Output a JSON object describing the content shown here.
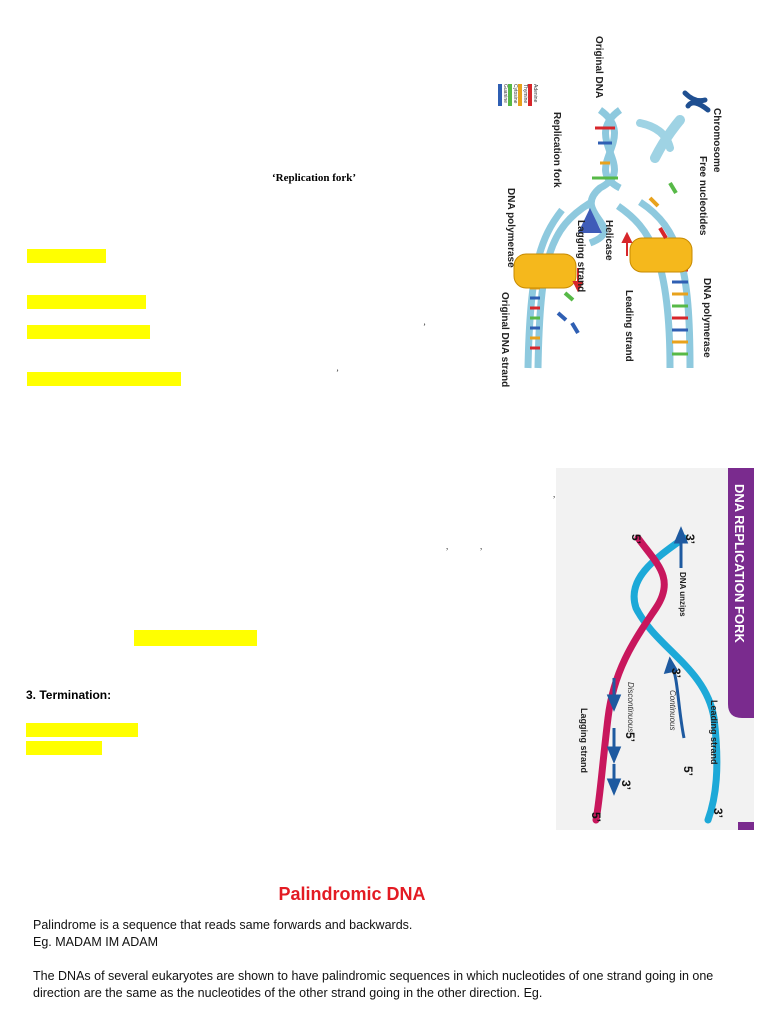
{
  "doc": {
    "replication_fork_term": "‘Replication fork’",
    "termination_heading": "3. Termination:",
    "stray_marks": [
      "’",
      "’",
      ",",
      ",",
      ",",
      ","
    ]
  },
  "figure1": {
    "labels": {
      "original_dna": "Original DNA",
      "chromosome": "Chromosome",
      "free_nucleotides": "Free nucleotides",
      "replication_fork": "Replication fork",
      "helicase": "Helicase",
      "lagging_strand": "Lagging strand",
      "dna_polymerase_top": "DNA polymerase",
      "leading_strand": "Leading strand",
      "dna_polymerase_left": "DNA polymerase",
      "original_dna_strand": "Original DNA strand"
    },
    "legend": [
      {
        "name": "Adenine",
        "color": "#d7262b"
      },
      {
        "name": "Thymine",
        "color": "#e8a21c"
      },
      {
        "name": "Cytosine",
        "color": "#57b947"
      },
      {
        "name": "Guanine",
        "color": "#2f5fb3"
      }
    ]
  },
  "figure2": {
    "title": "DNA REPLICATION FORK",
    "unzip_label": "DNA unzips",
    "leading_label": "Leading strand",
    "lagging_label": "Lagging strand",
    "continuous_label": "Continuous",
    "discontinuous_label": "Discontinuous",
    "three_prime": "3’",
    "five_prime": "5’",
    "colors": {
      "banner": "#7a2b8e",
      "leading": "#1da9d8",
      "lagging": "#c8175d",
      "arrow": "#1e5aa0"
    }
  },
  "section": {
    "title": "Palindromic DNA",
    "para1_line1": "Palindrome is a sequence that reads same forwards and backwards.",
    "para1_line2": "Eg. MADAM IM ADAM",
    "para2": "The DNAs of several eukaryotes are shown to have palindromic sequences in which nucleotides of one strand going in one direction are the same as the nucleotides of the other strand going in the other direction. Eg."
  }
}
